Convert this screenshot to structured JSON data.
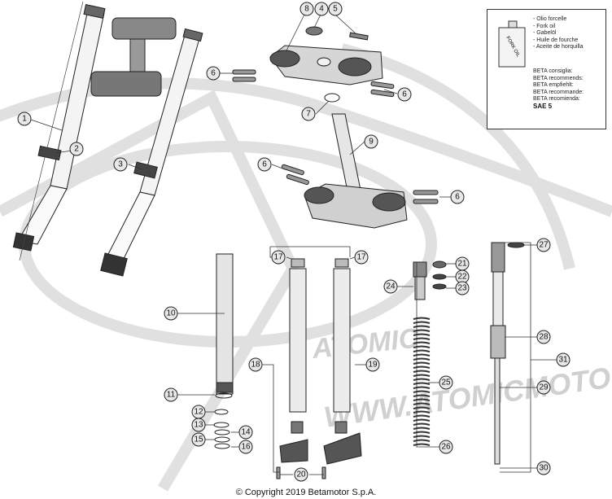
{
  "oil_box": {
    "can_label": "FORK OIL",
    "oil_names": [
      "- Olio forcelle",
      "- Fork oil",
      "- Gabelöl",
      "- Huile de fourche",
      "- Aceite de horquilla"
    ],
    "recommend_lines": [
      "BETA consiglia:",
      "BETA recommends:",
      "BETA empfiehlt:",
      "BETA recommande:",
      "BETA recomienda:"
    ],
    "grade": "SAE 5"
  },
  "callouts": [
    "1",
    "2",
    "3",
    "4",
    "5",
    "6",
    "7",
    "8",
    "9",
    "10",
    "11",
    "12",
    "13",
    "14",
    "15",
    "16",
    "17",
    "18",
    "19",
    "20",
    "21",
    "22",
    "23",
    "24",
    "25",
    "26",
    "27",
    "28",
    "29",
    "30",
    "31"
  ],
  "copyright": "© Copyright 2019 Betamotor S.p.A."
}
